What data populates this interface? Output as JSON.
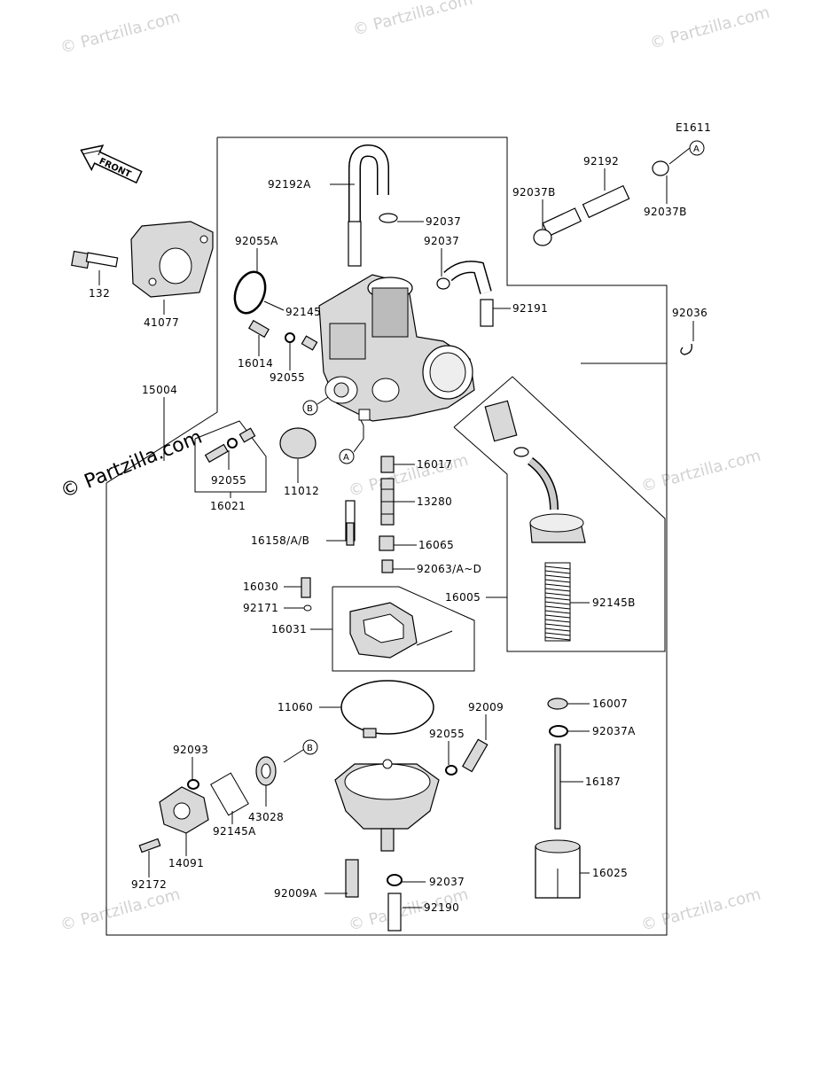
{
  "diagram": {
    "code": "E1611",
    "front_label": "FRONT",
    "watermark": "© Partzilla.com",
    "watermark_main": "© Partzilla.com",
    "labels": {
      "p92192A": "92192A",
      "p92037_top": "92037",
      "p92037_mid": "92037",
      "p92191": "92191",
      "p92192": "92192",
      "p92037B_left": "92037B",
      "p92037B_right": "92037B",
      "p92036": "92036",
      "p92055A": "92055A",
      "p132": "132",
      "p41077": "41077",
      "p92145": "92145",
      "p16014": "16014",
      "p92055_a": "92055",
      "p15004": "15004",
      "p92055_b": "92055",
      "p16021": "16021",
      "p11012": "11012",
      "p16017": "16017",
      "p13280": "13280",
      "p16158": "16158/A/B",
      "p16065": "16065",
      "p92063": "92063/A~D",
      "p16030": "16030",
      "p92171": "92171",
      "p16031": "16031",
      "p16005": "16005",
      "p92145B": "92145B",
      "p11060": "11060",
      "p92009": "92009",
      "p92055_c": "92055",
      "p16007": "16007",
      "p92037A": "92037A",
      "p16187": "16187",
      "p92093": "92093",
      "p43028": "43028",
      "p92145A": "92145A",
      "p14091": "14091",
      "p92172": "92172",
      "p92009A": "92009A",
      "p92037_bot": "92037",
      "p16025": "16025",
      "p92190": "92190"
    },
    "callouts": {
      "A_top": "A",
      "A_mid": "A",
      "B_mid": "B",
      "B_bot": "B"
    }
  }
}
